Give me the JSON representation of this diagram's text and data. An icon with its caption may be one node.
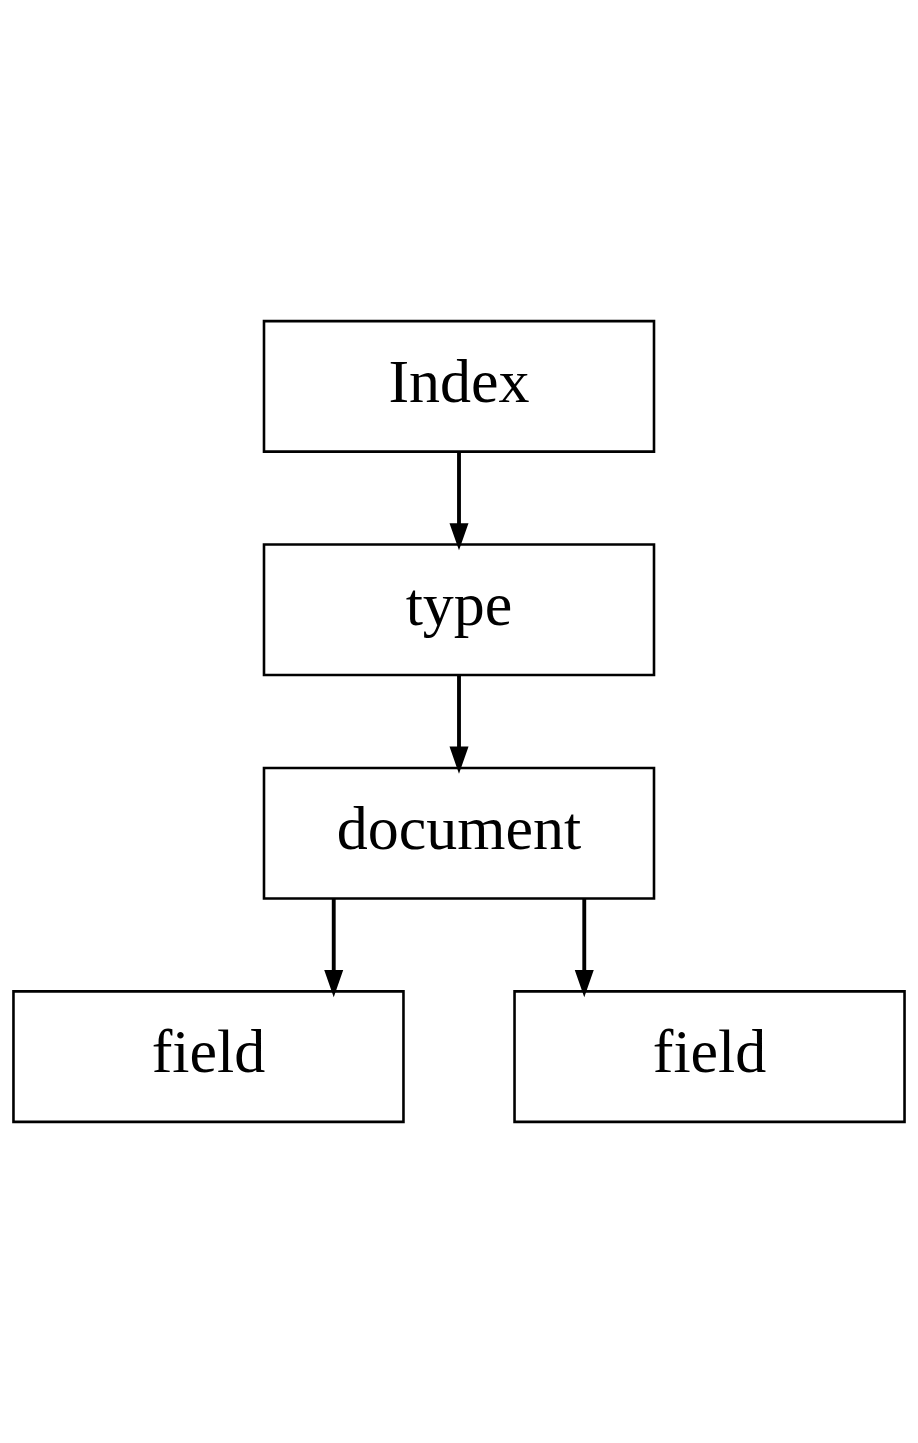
{
  "diagram": {
    "nodes": [
      {
        "text": [
          "Index"
        ]
      },
      {
        "text": [
          "type"
        ]
      },
      {
        "text": [
          "document"
        ]
      },
      {
        "text": [
          "field"
        ]
      },
      {
        "text": [
          "field"
        ]
      }
    ],
    "edges": [
      {
        "from": 0,
        "to": 1,
        "arrow": "to"
      },
      {
        "from": 1,
        "to": 2,
        "arrow": "to"
      },
      {
        "from": 2,
        "to": 3,
        "arrow": "to"
      },
      {
        "from": 2,
        "to": 4,
        "arrow": "to"
      }
    ]
  }
}
